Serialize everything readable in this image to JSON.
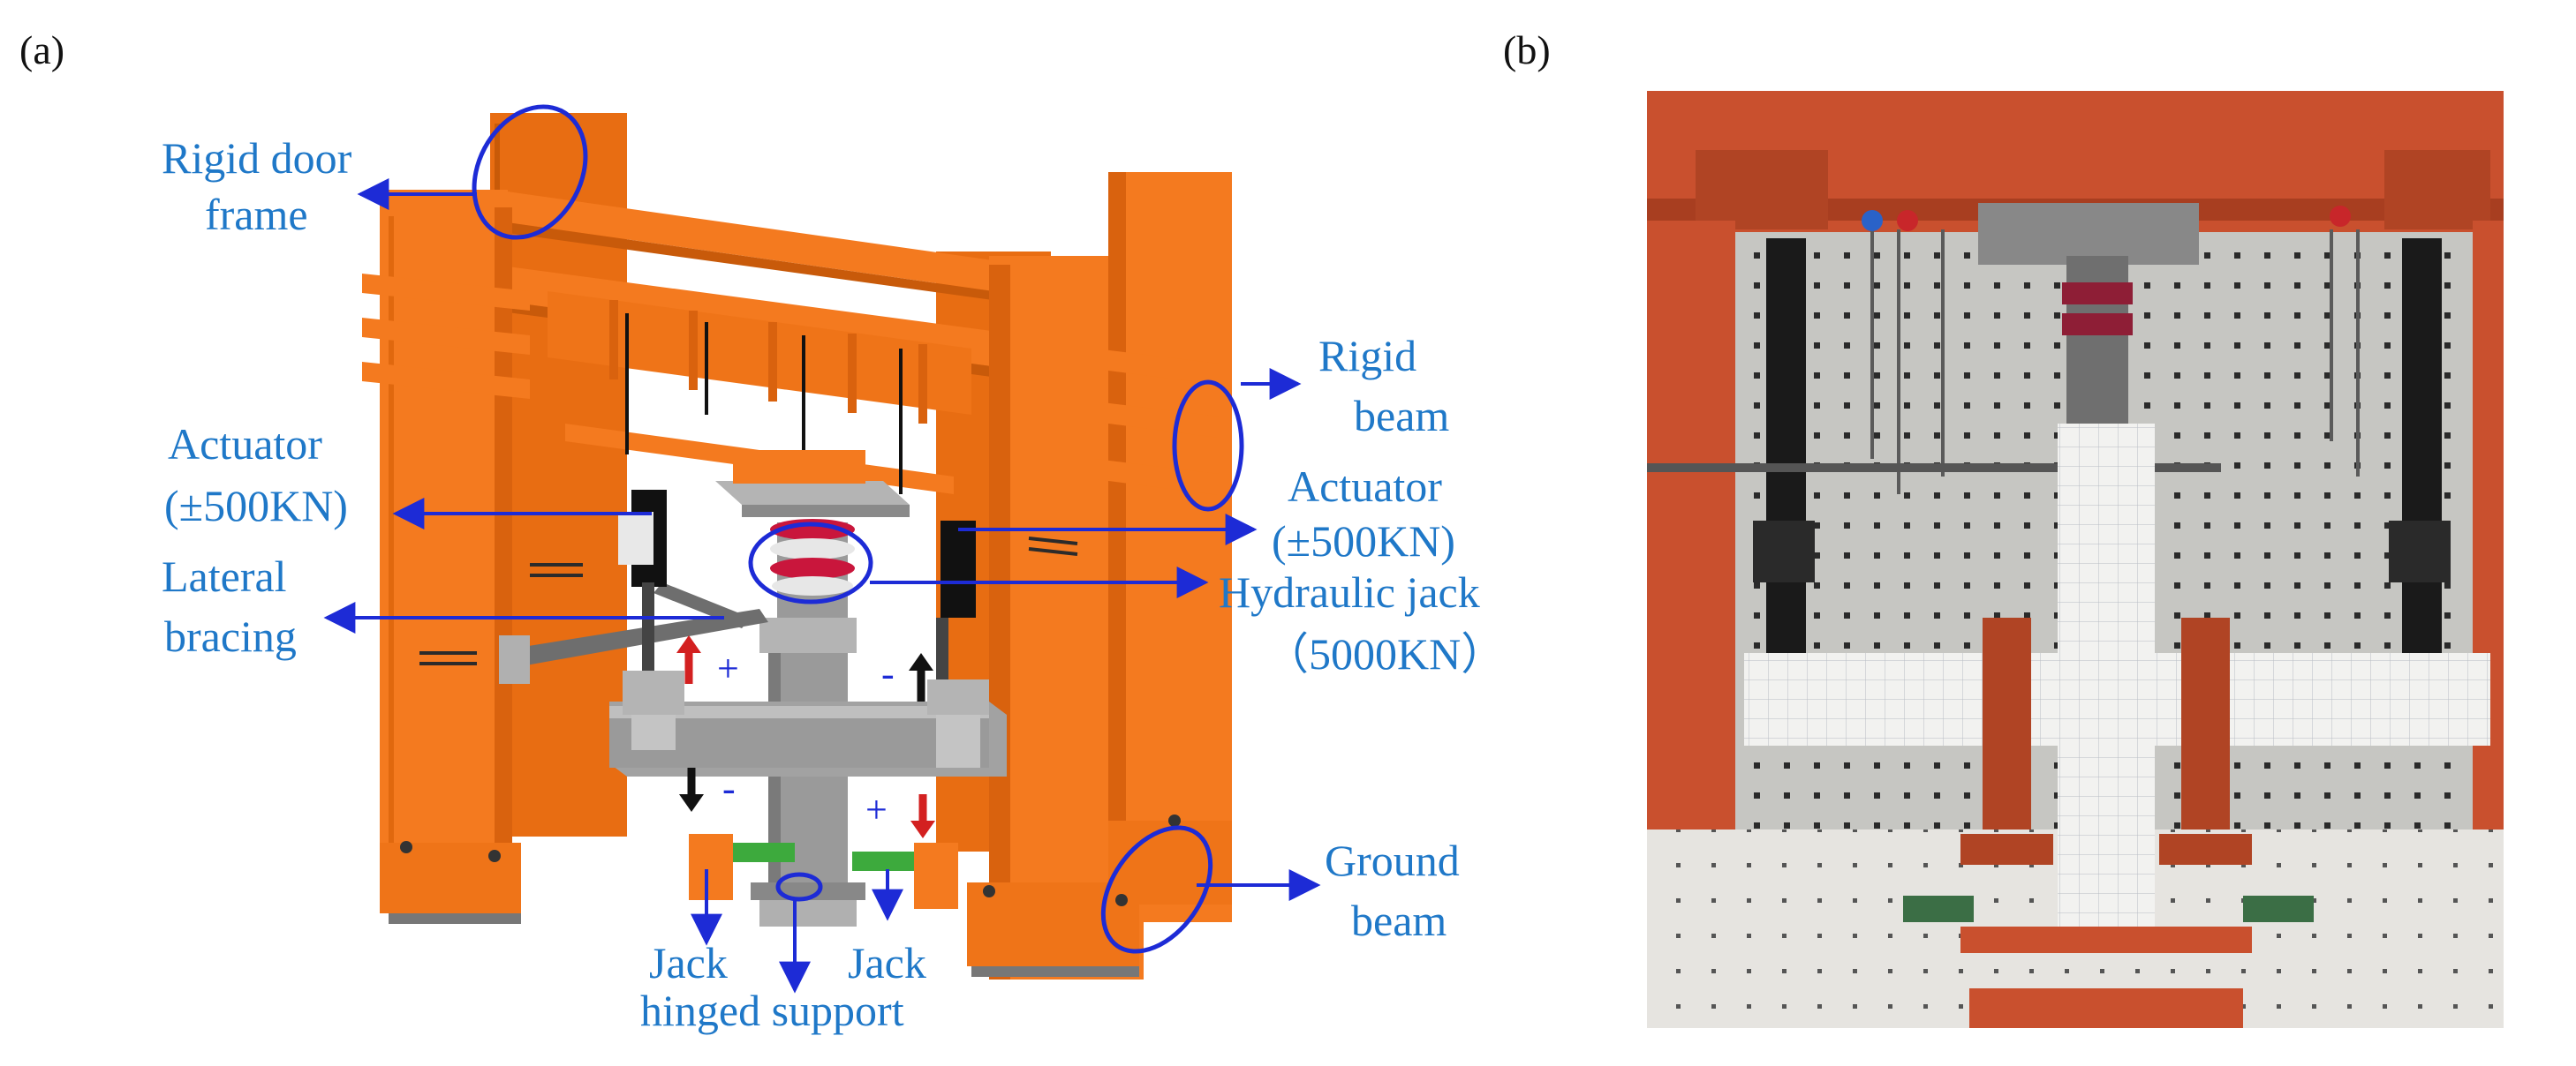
{
  "panel_a": {
    "tag": "(a)",
    "labels": {
      "rigid_door_frame_1": "Rigid door",
      "rigid_door_frame_2": "frame",
      "rigid_beam_1": "Rigid",
      "rigid_beam_2": "beam",
      "actuator_left_1": "Actuator",
      "actuator_left_2": "(±500KN)",
      "actuator_right_1": "Actuator",
      "actuator_right_2": "(±500KN)",
      "lateral_bracing_1": "Lateral",
      "lateral_bracing_2": "bracing",
      "hydraulic_jack_1": "Hydraulic jack",
      "hydraulic_jack_2": "（5000KN）",
      "ground_beam_1": "Ground",
      "ground_beam_2": "beam",
      "jack_1": "Jack",
      "jack_2": "hinged support",
      "jack_right": "Jack"
    },
    "signs": {
      "plus_top": "+",
      "minus_top": "-",
      "minus_bottom": "-",
      "plus_bottom": "+"
    }
  },
  "panel_b": {
    "tag": "(b)"
  },
  "colors": {
    "frame_orange": "#F47A1F",
    "frame_orange_dark": "#D9620E",
    "specimen_gray": "#9A9A9A",
    "label_blue": "#1F78C8",
    "leader_blue": "#1D2BD6",
    "arrow_red": "#D32020",
    "jack_green": "#3DAA3D",
    "photo_frame_red": "#C9502E",
    "photo_wall": "#C8C8C4"
  }
}
